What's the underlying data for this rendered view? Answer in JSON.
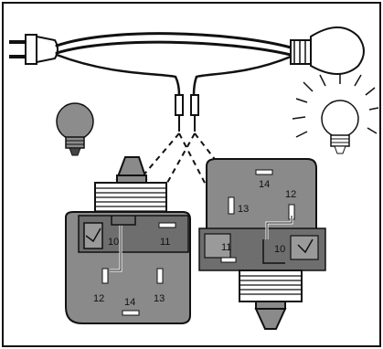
{
  "relays": {
    "left": {
      "pins": {
        "p10": "10",
        "p11": "11",
        "p12": "12",
        "p13": "13",
        "p14": "14"
      }
    },
    "right": {
      "pins": {
        "p10": "10",
        "p11": "11",
        "p12": "12",
        "p13": "13",
        "p14": "14"
      }
    }
  },
  "colors": {
    "body": "#8a8a8a",
    "body_dark": "#6e6e6e",
    "outline": "#111111",
    "bulb_off": "#8c8c8c",
    "bulb_on": "#ffffff",
    "background": "#ffffff"
  }
}
